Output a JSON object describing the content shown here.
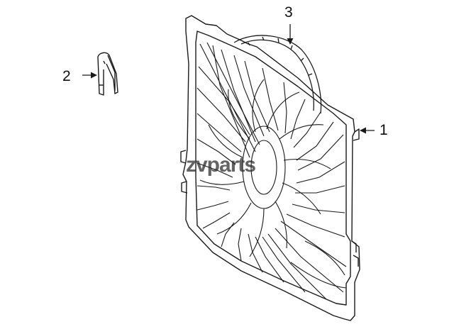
{
  "callouts": {
    "radiator_shroud": "1",
    "retaining_clip": "2",
    "fan_assembly": "3"
  },
  "watermark": "zvparts",
  "colors": {
    "line": "#1a1a1a",
    "background": "#ffffff"
  }
}
